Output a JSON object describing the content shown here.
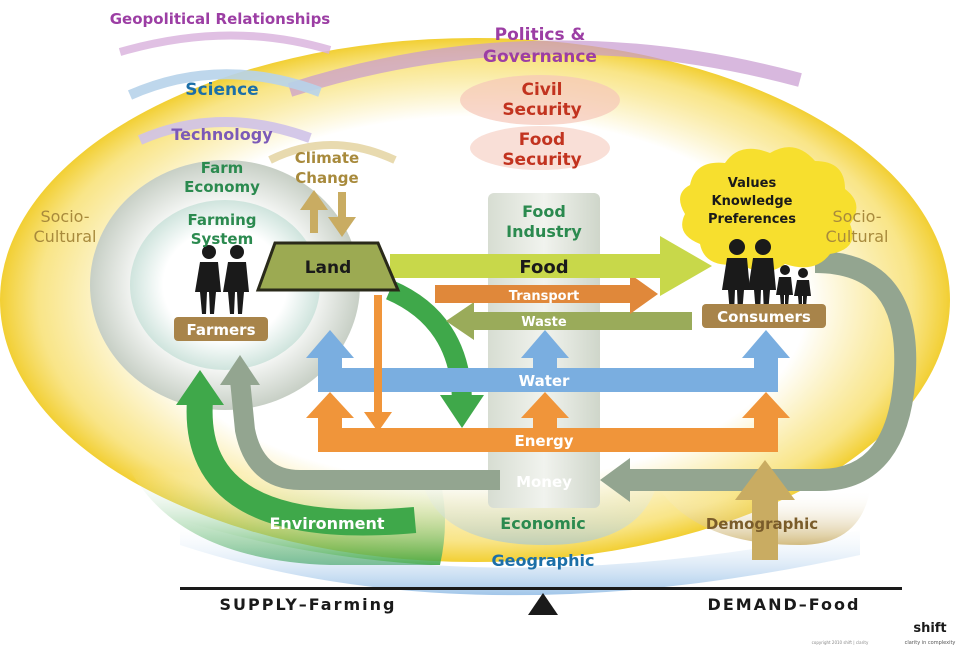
{
  "title": "Geopolitical Relationships",
  "labels": {
    "politics": [
      "Politics &",
      "Governance"
    ],
    "civil_security": [
      "Civil",
      "Security"
    ],
    "food_security": [
      "Food",
      "Security"
    ],
    "science": "Science",
    "technology": "Technology",
    "farm_economy": [
      "Farm",
      "Economy"
    ],
    "farming_system": [
      "Farming",
      "System"
    ],
    "climate_change": [
      "Climate",
      "Change"
    ],
    "socio_cultural_left": [
      "Socio-",
      "Cultural"
    ],
    "socio_cultural_right": [
      "Socio-",
      "Cultural"
    ],
    "land": "Land",
    "farmers": "Farmers",
    "food_industry": [
      "Food",
      "Industry"
    ],
    "food": "Food",
    "transport": "Transport",
    "waste": "Waste",
    "water": "Water",
    "energy": "Energy",
    "money": "Money",
    "values_cloud": [
      "Values",
      "Knowledge",
      "Preferences"
    ],
    "consumers": "Consumers",
    "environment": "Environment",
    "economic": "Economic",
    "demographic": "Demographic",
    "geographic": "Geographic",
    "supply": "SUPPLY–Farming",
    "demand": "DEMAND–Food",
    "logo": "shift",
    "logo_tagline": "clarity in complexity",
    "copyright": "copyright 2010 shift | clarity"
  },
  "colors": {
    "purple": "#9c3ea4",
    "blue_text": "#1c6fa8",
    "green_text": "#2b8a4f",
    "red_text": "#c2331f",
    "olive": "#a88a3c",
    "yellow_glow": "#f4d23c",
    "food_arrow": "#c8d84a",
    "transport_arrow": "#e0883a",
    "waste_arrow": "#9aab5a",
    "water_arrow": "#7aaee0",
    "energy_arrow": "#f0953a",
    "money_arrow": "#93a590",
    "environment_arrow": "#3fa84a",
    "badge": "#a8844a",
    "cloud": "#f7df2e"
  }
}
